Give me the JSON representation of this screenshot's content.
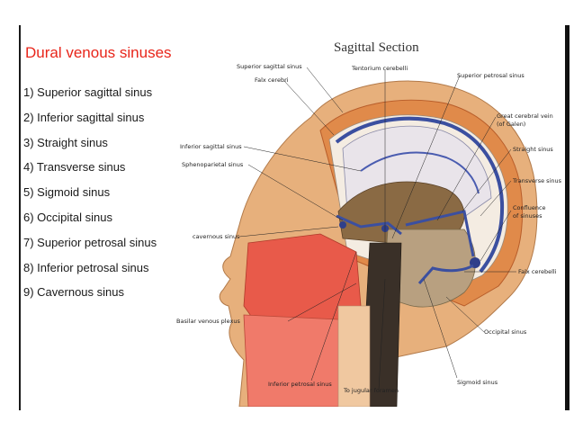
{
  "slide": {
    "title": "Dural venous sinuses",
    "list": [
      "1)  Superior sagittal sinus",
      "2) Inferior sagittal sinus",
      "3) Straight sinus",
      "4) Transverse sinus",
      "5) Sigmoid sinus",
      "6) Occipital sinus",
      "7) Superior petrosal sinus",
      "8) Inferior petrosal sinus",
      "9) Cavernous sinus"
    ]
  },
  "figure": {
    "title": "Sagittal Section",
    "labels": {
      "superior_sagittal_sinus": "Superior sagittal sinus",
      "falx_cerebri": "Falx cerebri",
      "tentorium_cerebelli": "Tentorium cerebelli",
      "superior_petrosal_sinus": "Superior petrosal sinus",
      "great_cerebral_vein_1": "Great cerebral vein",
      "great_cerebral_vein_2": "(of Galen)",
      "inferior_sagittal_sinus": "Inferior sagittal sinus",
      "straight_sinus": "Straight sinus",
      "sphenoparietal_sinus": "Sphenoparietal sinus",
      "transverse_sinus": "Transverse sinus",
      "confluence_1": "Confluence",
      "confluence_2": "of sinuses",
      "cavernous_sinus": "cavernous sinus",
      "falx_cerebelli": "Falx cerebelli",
      "basilar_venous_plexus": "Basilar venous plexus",
      "occipital_sinus": "Occipital sinus",
      "inferior_petrosal_sinus": "Inferior petrosal sinus",
      "to_jugular_foramen": "To jugular foramen",
      "sigmoid_sinus": "Sigmoid sinus"
    }
  }
}
